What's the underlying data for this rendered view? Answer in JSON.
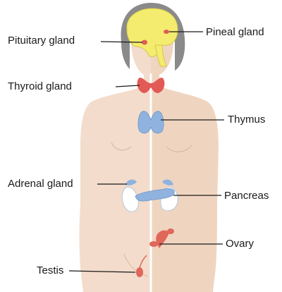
{
  "labels": {
    "pituitary": "Pituitary gland",
    "pineal": "Pineal gland",
    "thyroid": "Thyroid gland",
    "thymus": "Thymus",
    "adrenal": "Adrenal gland",
    "pancreas": "Pancreas",
    "ovary": "Ovary",
    "testis": "Testis"
  },
  "colors": {
    "male_skin": "#f3dccb",
    "female_skin": "#efd5c0",
    "hair": "#8a8a8a",
    "brain": "#f4ec6e",
    "thyroid": "#e25a55",
    "thymus": "#8fb3de",
    "pancreas": "#8fb3de",
    "kidney": "#ffffff",
    "gonad": "#e0675a",
    "leader_line": "#1a1a1a"
  }
}
